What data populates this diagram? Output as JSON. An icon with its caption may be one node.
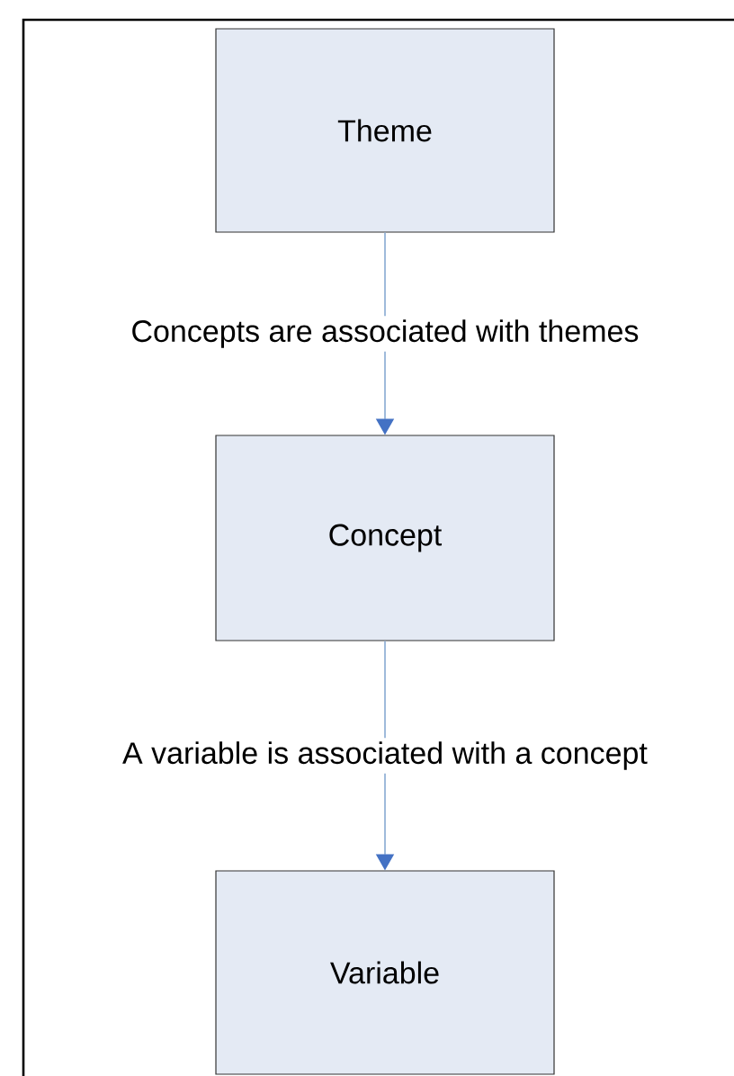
{
  "diagram": {
    "nodes": [
      {
        "text": [
          "Theme"
        ]
      },
      {
        "text": [
          "Concept"
        ]
      },
      {
        "text": [
          "Variable"
        ]
      }
    ],
    "edges": [
      {
        "from": 0,
        "to": 1,
        "arrow": "to",
        "label": "Concepts are associated with themes"
      },
      {
        "from": 1,
        "to": 2,
        "arrow": "to",
        "label": "A variable is associated with a concept"
      }
    ]
  }
}
